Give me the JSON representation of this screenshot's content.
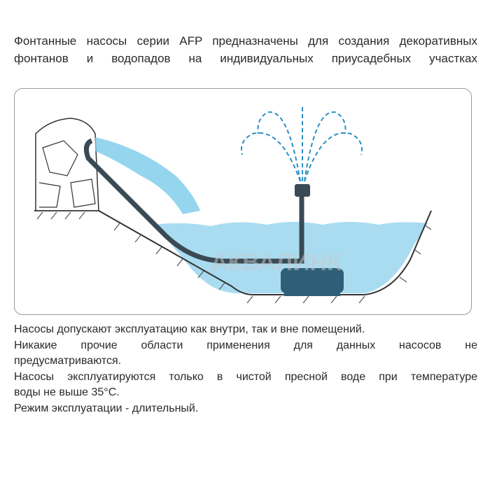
{
  "intro": {
    "line1": "Фонтанные насосы серии AFP предназначены для создания декоративных",
    "line2": "фонтанов и водопадов на индивидуальных приусадебных участках"
  },
  "diagram": {
    "watermark": "АКВАЛИНК",
    "colors": {
      "water": "#a9dcf0",
      "pipe": "#3a4a55",
      "pump": "#2f5f78",
      "spray": "#2a8fc4"
    }
  },
  "notes": [
    "Насосы допускают эксплуатацию как внутри, так и вне помещений.",
    "Никакие прочие области применения для данных насосов не",
    "предусматриваются.",
    "Насосы эксплуатируются только в чистой пресной воде при температуре",
    "воды не выше 35°С.",
    "Режим эксплуатации -  длительный."
  ]
}
